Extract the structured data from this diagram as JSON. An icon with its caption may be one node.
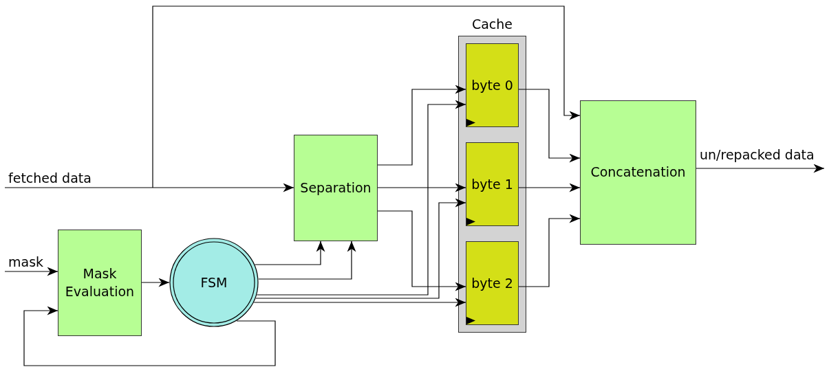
{
  "diagram": {
    "nodes": [
      {
        "text": [
          "Mask Evaluation"
        ]
      },
      {
        "text": [
          "FSM"
        ]
      },
      {
        "text": [
          "Separation"
        ]
      },
      {
        "text": [
          "Cache"
        ]
      },
      {
        "text": [
          "byte 0"
        ],
        "in": 3
      },
      {
        "text": [
          "byte 1"
        ],
        "in": 3
      },
      {
        "text": [
          "byte 2"
        ],
        "in": 3
      },
      {
        "text": [
          "Concatenation"
        ]
      }
    ],
    "edges": [
      {
        "from": null,
        "to": 2,
        "arrow": "to",
        "label": "fetched data"
      },
      {
        "from": null,
        "to": 7,
        "arrow": "to"
      },
      {
        "from": null,
        "to": 0,
        "arrow": "to",
        "label": "mask"
      },
      {
        "from": 0,
        "to": 1,
        "arrow": "to"
      },
      {
        "from": 1,
        "to": 0,
        "arrow": "to"
      },
      {
        "from": 1,
        "to": 2,
        "arrow": "to"
      },
      {
        "from": 1,
        "to": 2,
        "arrow": "to"
      },
      {
        "from": 1,
        "to": 4,
        "arrow": "to"
      },
      {
        "from": 1,
        "to": 5,
        "arrow": "to"
      },
      {
        "from": 1,
        "to": 6,
        "arrow": "to"
      },
      {
        "from": 2,
        "to": 4,
        "arrow": "to"
      },
      {
        "from": 2,
        "to": 5,
        "arrow": "to"
      },
      {
        "from": 2,
        "to": 6,
        "arrow": "to"
      },
      {
        "from": 4,
        "to": 7,
        "arrow": "to"
      },
      {
        "from": 5,
        "to": 7,
        "arrow": "to"
      },
      {
        "from": 6,
        "to": 7,
        "arrow": "to"
      },
      {
        "from": 7,
        "to": null,
        "arrow": "to",
        "label": "un/repacked data"
      }
    ]
  }
}
